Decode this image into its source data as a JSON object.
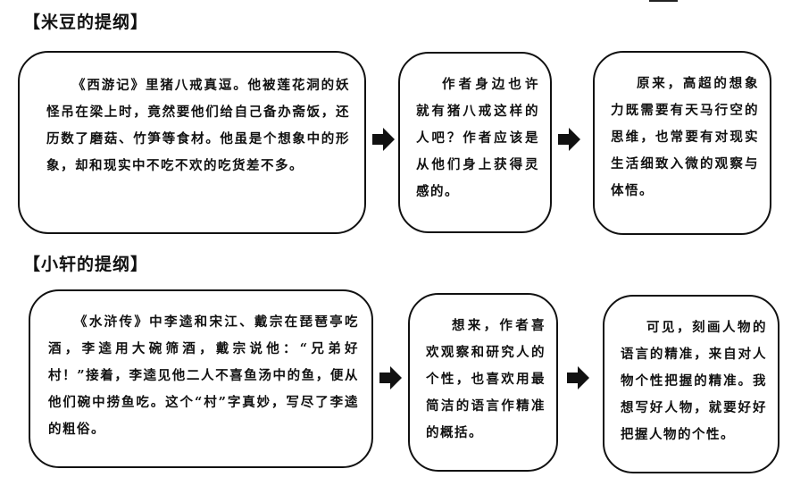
{
  "sections": [
    {
      "title": "【米豆的提纲】",
      "boxes": [
        "《西游记》里猪八戒真逗。他被莲花洞的妖怪吊在梁上时，竟然要他们给自己备办斋饭，还历数了磨菇、竹笋等食材。他虽是个想象中的形象，却和现实中不吃不欢的吃货差不多。",
        "作者身边也许就有猪八戒这样的人吧？作者应该是从他们身上获得灵感的。",
        "原来，高超的想象力既需要有天马行空的思维，也常要有对现实生活细致入微的观察与体悟。"
      ]
    },
    {
      "title": "【小轩的提纲】",
      "boxes": [
        "《水浒传》中李逵和宋江、戴宗在琵琶亭吃酒，李逵用大碗筛酒，戴宗说他：“兄弟好村！”接着，李逵见他二人不喜鱼汤中的鱼，便从他们碗中捞鱼吃。这个“村”字真妙，写尽了李逵的粗俗。",
        "想来，作者喜欢观察和研究人的个性，也喜欢用最简洁的语言作精准的概括。",
        "可见，刻画人物的语言的精准，来自对人物个性把握的精准。我想写好人物，就要好好把握人物的个性。"
      ]
    }
  ]
}
